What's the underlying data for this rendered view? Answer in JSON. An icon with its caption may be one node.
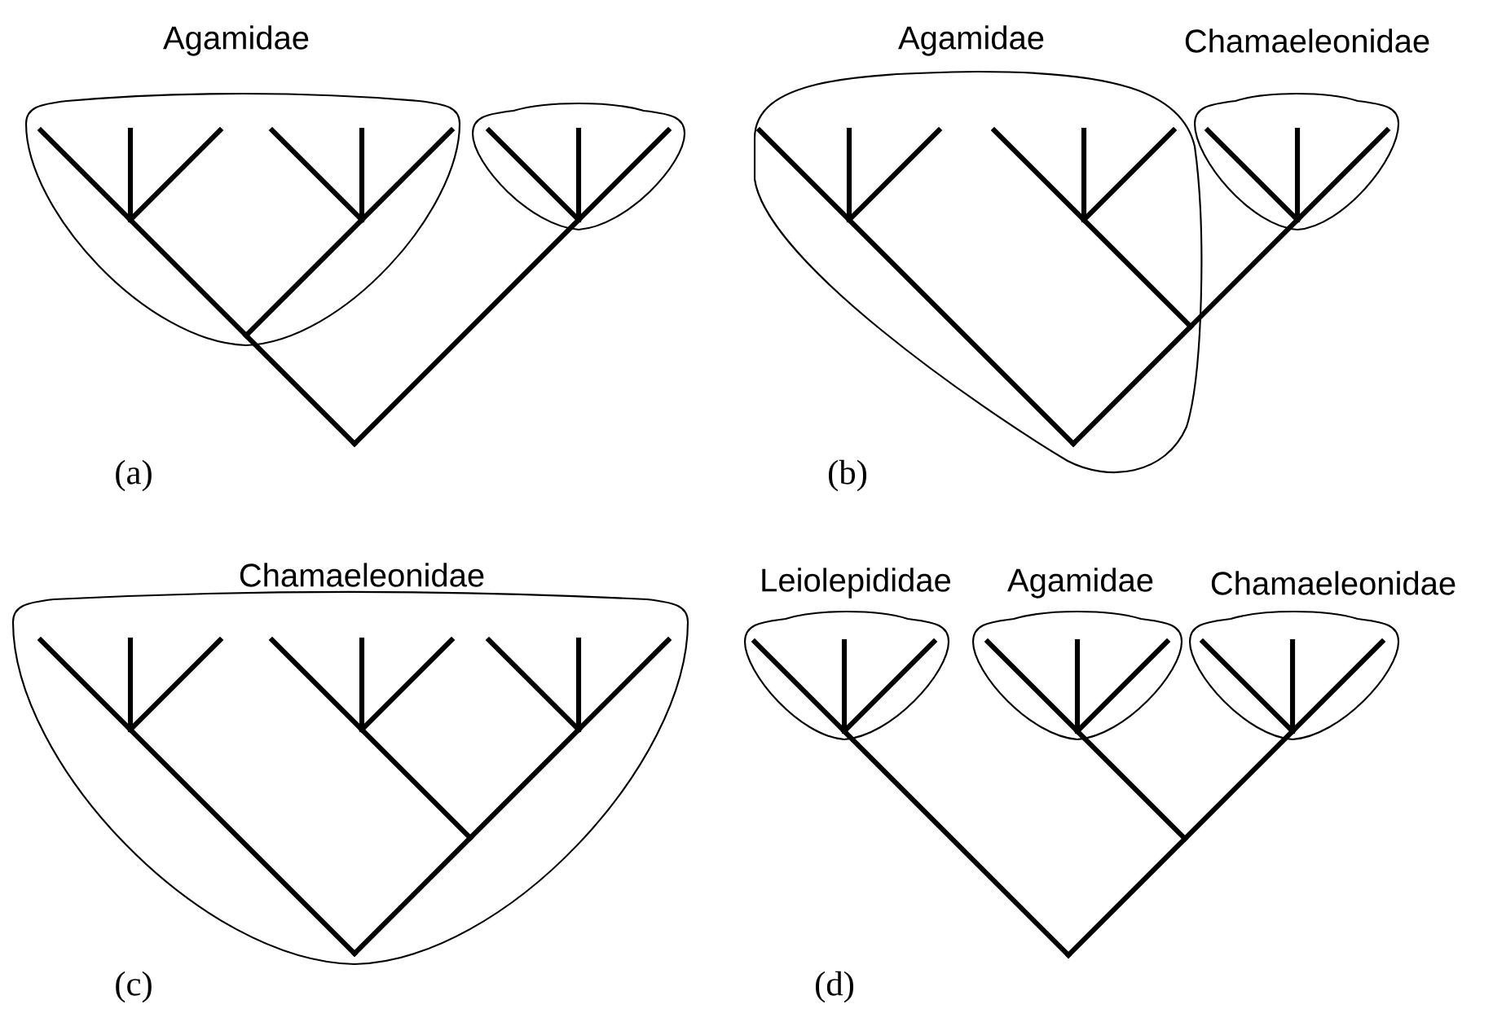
{
  "diagram": {
    "nodes": [
      {
        "text": [
          "Agamidae"
        ]
      },
      {
        "text": [],
        "shape": "oval"
      },
      {
        "text": [
          "Agamidae"
        ]
      },
      {
        "text": [
          "Chamaeleonidae"
        ]
      },
      {
        "text": [
          "Chamaeleonidae"
        ]
      },
      {
        "text": [
          "Leiolepididae"
        ]
      },
      {
        "text": [
          "Agamidae"
        ]
      },
      {
        "text": [
          "Chamaeleonidae"
        ]
      }
    ],
    "labels": [
      "(a)",
      "(b)",
      "(c)",
      "(d)"
    ]
  }
}
